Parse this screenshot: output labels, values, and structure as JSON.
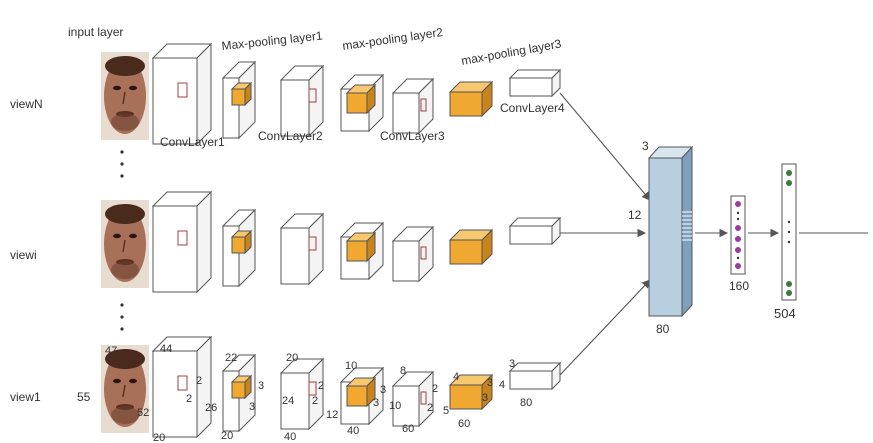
{
  "layer_labels": {
    "input": "input layer",
    "maxpool1": "Max-pooling layer1",
    "maxpool2": "max-pooling layer2",
    "maxpool3": "max-pooling layer3",
    "conv1": "ConvLayer1",
    "conv2": "ConvLayer2",
    "conv3": "ConvLayer3",
    "conv4": "ConvLayer4"
  },
  "views": {
    "top": "viewN",
    "middle": "viewi",
    "bottom": "view1"
  },
  "dims": {
    "input_w": "47",
    "input_h": "55",
    "c1_top": "44",
    "c1_side": "52",
    "c1_bottom": "20",
    "c1_k1": "2",
    "c1_k2": "2",
    "p1_top": "22",
    "p1_side": "26",
    "p1_bottom": "20",
    "p1_k1": "3",
    "p1_k2": "3",
    "c2_top": "20",
    "c2_side": "24",
    "c2_bottom": "40",
    "c2_k1": "2",
    "c2_k2": "2",
    "p2_top": "10",
    "p2_side": "12",
    "p2_bottom": "40",
    "p2_k1": "3",
    "p2_k2": "3",
    "c3_top": "8",
    "c3_side": "10",
    "c3_bottom": "60",
    "c3_k1": "2",
    "c3_k2": "2",
    "p3_top": "4",
    "p3_side": "5",
    "p3_bottom": "60",
    "p3_k1": "3",
    "p3_k2": "3",
    "c4_top": "3",
    "c4_side": "4",
    "c4_bottom": "80"
  },
  "merge": {
    "top": "3",
    "side": "12",
    "bottom": "80"
  },
  "fc1": "160",
  "fc2": "504",
  "colors": {
    "line": "#555555",
    "pool_fill": "#f0a830",
    "pool_top": "#f8c870",
    "pool_side": "#c8841c",
    "kernel": "#a04040",
    "merge_front": "#b8cfe0",
    "merge_top": "#d8e6f0",
    "merge_side": "#7f9fbf",
    "fc_purple": "#9b3aa0",
    "fc_green": "#3d7a3a",
    "face_skin": "#a87058",
    "face_dark": "#4a2a1c"
  }
}
